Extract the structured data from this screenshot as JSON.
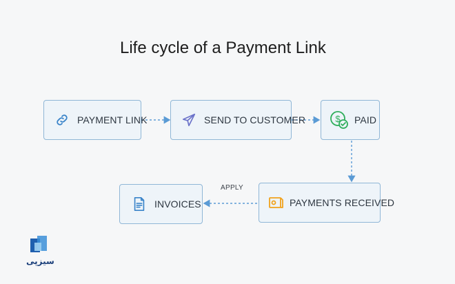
{
  "title": "Life cycle of a Payment Link",
  "nodes": {
    "payment_link": {
      "label": "PAYMENT LINK",
      "icon": "link-icon"
    },
    "send_to_customer": {
      "label": "SEND TO CUSTOMER",
      "icon": "paper-plane-icon"
    },
    "paid": {
      "label": "PAID",
      "icon": "dollar-check-icon"
    },
    "payments_received": {
      "label": "PAYMENTS RECEIVED",
      "icon": "cheque-icon"
    },
    "invoices": {
      "label": "INVOICES",
      "icon": "document-icon"
    }
  },
  "edges": {
    "apply_label": "APPLY"
  },
  "watermark": {
    "text": "سیزپی"
  },
  "colors": {
    "node_border": "#8fb6d6",
    "node_fill": "#eef4f9",
    "connector": "#5b9bd5",
    "link_icon": "#3a84c9",
    "send_icon": "#6b72c9",
    "paid_icon": "#2fae5b",
    "cheque_icon": "#f1a21c",
    "invoice_icon": "#3a84c9"
  }
}
